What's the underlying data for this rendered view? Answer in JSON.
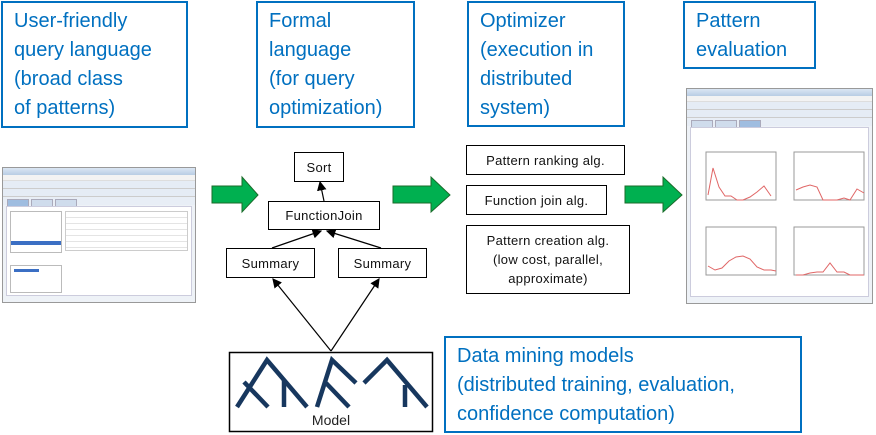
{
  "stages": [
    {
      "label": "User-friendly\nquery language\n(broad class\nof patterns)"
    },
    {
      "label": "Formal\nlanguage\n(for query\noptimization)"
    },
    {
      "label": "Optimizer\n(execution in\ndistributed\nsystem)"
    },
    {
      "label": "Pattern\nevaluation"
    }
  ],
  "plan_nodes": {
    "sort": "Sort",
    "function_join": "FunctionJoin",
    "summary_left": "Summary",
    "summary_right": "Summary"
  },
  "algorithms": [
    "Pattern ranking alg.",
    "Function join alg.",
    "Pattern creation alg.\n(low cost, parallel,\napproximate)"
  ],
  "model": {
    "label": "Model"
  },
  "data_mining": {
    "label": "Data mining models\n(distributed training, evaluation,\nconfidence computation)"
  },
  "colors": {
    "stage_border": "#0070c0",
    "stage_text": "#0070c0",
    "flow_arrow": "#00b050",
    "tree": "#17375e",
    "chart_line": "#e06666"
  }
}
